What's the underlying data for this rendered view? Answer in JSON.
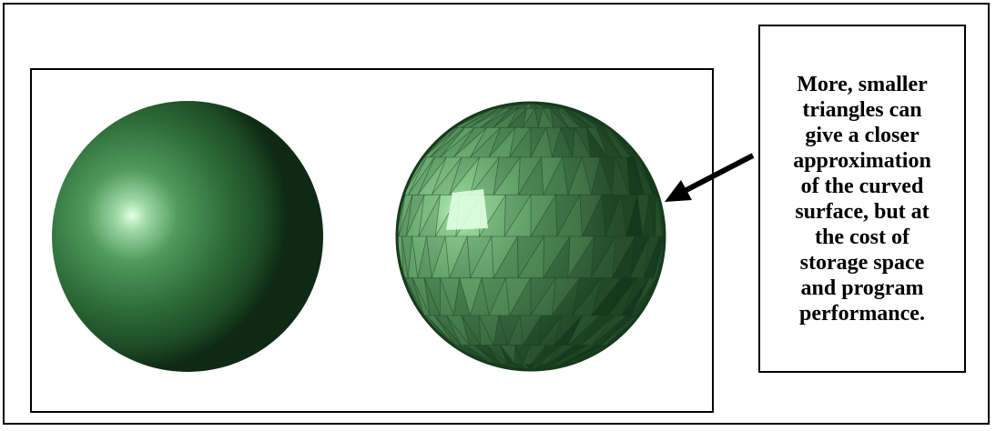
{
  "callout": {
    "text": "More, smaller\ntriangles can\ngive a closer\napproximation\nof the curved\nsurface, but at\nthe cost of\nstorage space\nand program\nperformance."
  },
  "figure": {
    "left_sphere": "smooth-shaded-sphere",
    "right_sphere": "faceted-triangle-mesh-sphere",
    "sphere_color": "#3e7d4a",
    "highlight_color": "#d8ffd8",
    "shadow_color": "#0f2a14",
    "arrow_color": "#000000"
  }
}
